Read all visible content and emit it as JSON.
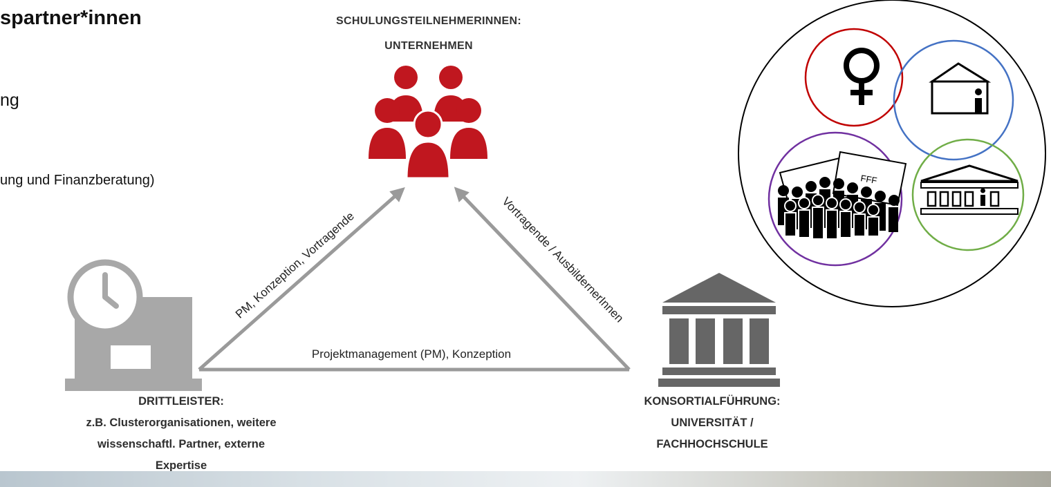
{
  "left_text": {
    "title": "spartner*innen",
    "line2": "ng",
    "line3": "ung und Finanzberatung)"
  },
  "top_node": {
    "header_line1": "SCHULUNGSTEILNEHMERINNEN:",
    "header_line2": "UNTERNEHMEN",
    "icon": "people-group-icon",
    "color": "#c0171f"
  },
  "left_node": {
    "header": "DRITTLEISTER:",
    "line1": "z.B. Clusterorganisationen, weitere",
    "line2": "wissenschaftl. Partner, externe",
    "line3": "Expertise",
    "icon": "clock-laptop-icon",
    "color": "#a8a8a8"
  },
  "right_node": {
    "header": "KONSORTIALFÜHRUNG:",
    "line1": "UNIVERSITÄT /",
    "line2": "FACHHOCHSCHULE",
    "icon": "university-building-icon",
    "color": "#666666"
  },
  "edges": {
    "left": "PM, Konzeption, Vortragende",
    "right": "Vortragende / AusbildernerInnen",
    "bottom": "Projektmanagement (PM), Konzeption",
    "color": "#9a9a9a"
  },
  "venn": {
    "circles": [
      {
        "name": "female",
        "color": "#c00000",
        "icon": "female-symbol-icon"
      },
      {
        "name": "info-building",
        "color": "#4472c4",
        "icon": "info-house-icon"
      },
      {
        "name": "protest",
        "color": "#7030a0",
        "icon": "protest-crowd-icon",
        "sign_text": "FFF"
      },
      {
        "name": "museum",
        "color": "#70ad47",
        "icon": "museum-info-icon"
      }
    ]
  }
}
